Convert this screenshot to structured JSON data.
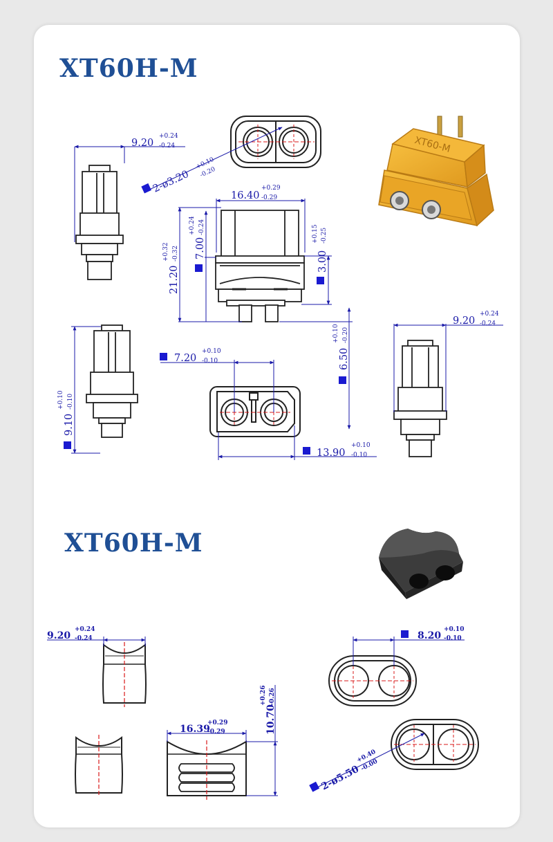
{
  "section_1": {
    "title": "XT60H-M",
    "dims": {
      "width_top": {
        "value": "9.20",
        "plus": "+0.24",
        "minus": "-0.24"
      },
      "hole_dia": {
        "value": "2-ø3.20",
        "plus": "+0.10",
        "minus": "-0.20"
      },
      "body_width": {
        "value": "16.40",
        "plus": "+0.29",
        "minus": "-0.29"
      },
      "overall_height": {
        "value": "21.20",
        "plus": "+0.32",
        "minus": "-0.32"
      },
      "upper_height": {
        "value": "7.00",
        "plus": "+0.24",
        "minus": "-0.24"
      },
      "flange_height": {
        "value": "3.00",
        "plus": "+0.15",
        "minus": "-0.25"
      },
      "pin_length": {
        "value": "6.50",
        "plus": "+0.10",
        "minus": "-0.20"
      },
      "pin_pitch": {
        "value": "7.20",
        "plus": "+0.10",
        "minus": "-0.10"
      },
      "side_height": {
        "value": "9.10",
        "plus": "+0.10",
        "minus": "-0.10"
      },
      "base_width": {
        "value": "13.90",
        "plus": "+0.10",
        "minus": "-0.10"
      },
      "width_right": {
        "value": "9.20",
        "plus": "+0.24",
        "minus": "-0.24"
      }
    },
    "photo_marking": "XT60-M",
    "colors": {
      "connector": "#f1a825",
      "connector_dark": "#c9811a",
      "dimension": "#1a1aa8",
      "center_line": "#d91818"
    }
  },
  "section_2": {
    "title": "XT60H-M",
    "dims": {
      "cap_width": {
        "value": "9.20",
        "plus": "+0.24",
        "minus": "-0.24"
      },
      "cap_height": {
        "value": "10.70",
        "plus": "+0.26",
        "minus": "-0.26"
      },
      "cap_length": {
        "value": "16.39",
        "plus": "+0.29",
        "minus": "-0.29"
      },
      "hole_pitch": {
        "value": "8.20",
        "plus": "+0.10",
        "minus": "-0.10"
      },
      "hole_dia": {
        "value": "2-ø5.50",
        "plus": "+0.40",
        "minus": "-0.00"
      }
    },
    "colors": {
      "cap": "#2a2a2a"
    }
  }
}
